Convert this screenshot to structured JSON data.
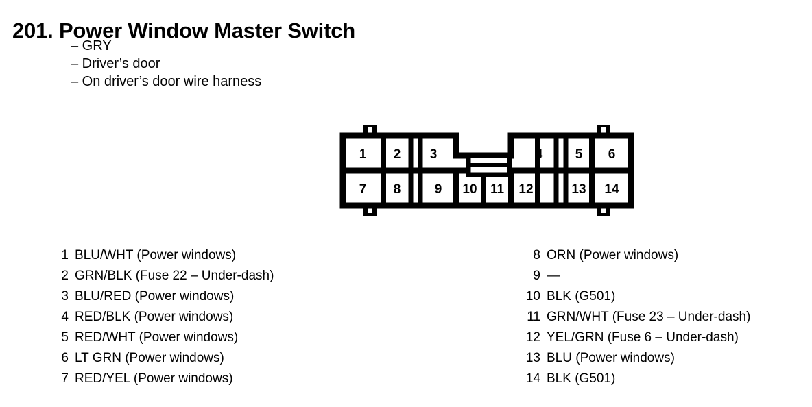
{
  "page": {
    "title": "201. Power Window Master Switch",
    "subtitles": [
      "– GRY",
      "– Driver’s door",
      "– On driver’s door wire harness"
    ]
  },
  "connector": {
    "name": "14-pin-connector",
    "top_row_pins": [
      "1",
      "2",
      "3",
      "4",
      "5",
      "6"
    ],
    "bottom_row_pins": [
      "7",
      "8",
      "9",
      "10",
      "11",
      "12",
      "13",
      "14"
    ],
    "notch_label": "center-keyway-tab",
    "tab_labels": [
      "top-left-lock-tab",
      "top-right-lock-tab",
      "bottom-left-lock-tab",
      "bottom-right-lock-tab"
    ],
    "outline_color": "#000000",
    "fill_color": "#ffffff"
  },
  "legend": {
    "left": [
      {
        "pin": "1",
        "desc": "BLU/WHT (Power windows)"
      },
      {
        "pin": "2",
        "desc": "GRN/BLK (Fuse 22 – Under-dash)"
      },
      {
        "pin": "3",
        "desc": "BLU/RED (Power windows)"
      },
      {
        "pin": "4",
        "desc": "RED/BLK (Power windows)"
      },
      {
        "pin": "5",
        "desc": "RED/WHT (Power windows)"
      },
      {
        "pin": "6",
        "desc": "LT GRN (Power windows)"
      },
      {
        "pin": "7",
        "desc": "RED/YEL (Power windows)"
      }
    ],
    "right": [
      {
        "pin": "8",
        "desc": "ORN (Power windows)"
      },
      {
        "pin": "9",
        "desc": "—"
      },
      {
        "pin": "10",
        "desc": "BLK (G501)"
      },
      {
        "pin": "11",
        "desc": "GRN/WHT (Fuse 23 – Under-dash)"
      },
      {
        "pin": "12",
        "desc": "YEL/GRN (Fuse 6 – Under-dash)"
      },
      {
        "pin": "13",
        "desc": "BLU (Power windows)"
      },
      {
        "pin": "14",
        "desc": "BLK (G501)"
      }
    ]
  }
}
